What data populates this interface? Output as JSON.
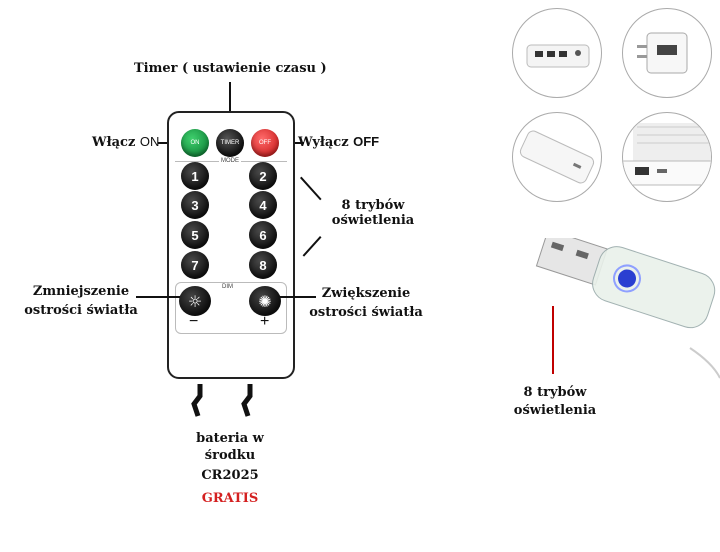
{
  "labels": {
    "timer": "Timer ( ustawienie czasu )",
    "on_text": "Włącz",
    "on_sub": "ON",
    "off_text": "Wyłącz",
    "off_sub": "OFF",
    "modes_line1": "8 trybów",
    "modes_line2": "oświetlenia",
    "dim_minus_line1": "Zmniejszenie",
    "dim_minus_line2": "ostrości światła",
    "dim_plus_line1": "Zwiększenie",
    "dim_plus_line2": "ostrości światła",
    "battery_line1": "bateria w",
    "battery_line2": "środku",
    "battery_model": "CR2025",
    "gratis": "GRATIS",
    "usb_modes_line1": "8 trybów",
    "usb_modes_line2": "oświetlenia"
  },
  "remote": {
    "on_btn": "ON",
    "timer_btn": "TIMER",
    "off_btn": "OFF",
    "mode_label": "MODE",
    "dim_label": "DIM",
    "minus": "−",
    "plus": "+",
    "numbers": [
      "1",
      "2",
      "3",
      "4",
      "5",
      "6",
      "7",
      "8"
    ]
  },
  "colors": {
    "gratis": "#d42020",
    "usb_line": "#c00000",
    "on_green": "#1ea04a",
    "off_red": "#e03030"
  },
  "icons": [
    "power-strip-icon",
    "wall-charger-icon",
    "power-bank-icon",
    "laptop-usb-port-icon",
    "usb-controller-icon"
  ]
}
